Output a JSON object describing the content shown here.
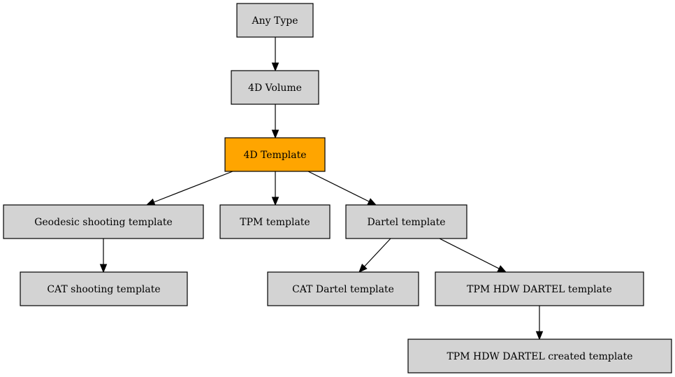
{
  "diagram": {
    "type": "directed-graph",
    "colors": {
      "default_fill": "#d3d3d3",
      "highlight_fill": "#ffa500",
      "stroke": "#000000",
      "text": "#000000"
    },
    "nodes": [
      {
        "id": "any_type",
        "label": "Any Type",
        "highlighted": false
      },
      {
        "id": "4d_volume",
        "label": "4D Volume",
        "highlighted": false
      },
      {
        "id": "4d_template",
        "label": "4D Template",
        "highlighted": true
      },
      {
        "id": "geodesic_shooting_template",
        "label": "Geodesic shooting template",
        "highlighted": false
      },
      {
        "id": "tpm_template",
        "label": "TPM template",
        "highlighted": false
      },
      {
        "id": "dartel_template",
        "label": "Dartel template",
        "highlighted": false
      },
      {
        "id": "cat_shooting_template",
        "label": "CAT shooting template",
        "highlighted": false
      },
      {
        "id": "cat_dartel_template",
        "label": "CAT Dartel template",
        "highlighted": false
      },
      {
        "id": "tpm_hdw_dartel_template",
        "label": "TPM HDW DARTEL template",
        "highlighted": false
      },
      {
        "id": "tpm_hdw_dartel_created_template",
        "label": "TPM HDW DARTEL created template",
        "highlighted": false
      }
    ],
    "edges": [
      {
        "from": "any_type",
        "to": "4d_volume"
      },
      {
        "from": "4d_volume",
        "to": "4d_template"
      },
      {
        "from": "4d_template",
        "to": "geodesic_shooting_template"
      },
      {
        "from": "4d_template",
        "to": "tpm_template"
      },
      {
        "from": "4d_template",
        "to": "dartel_template"
      },
      {
        "from": "geodesic_shooting_template",
        "to": "cat_shooting_template"
      },
      {
        "from": "dartel_template",
        "to": "cat_dartel_template"
      },
      {
        "from": "dartel_template",
        "to": "tpm_hdw_dartel_template"
      },
      {
        "from": "tpm_hdw_dartel_template",
        "to": "tpm_hdw_dartel_created_template"
      }
    ]
  }
}
